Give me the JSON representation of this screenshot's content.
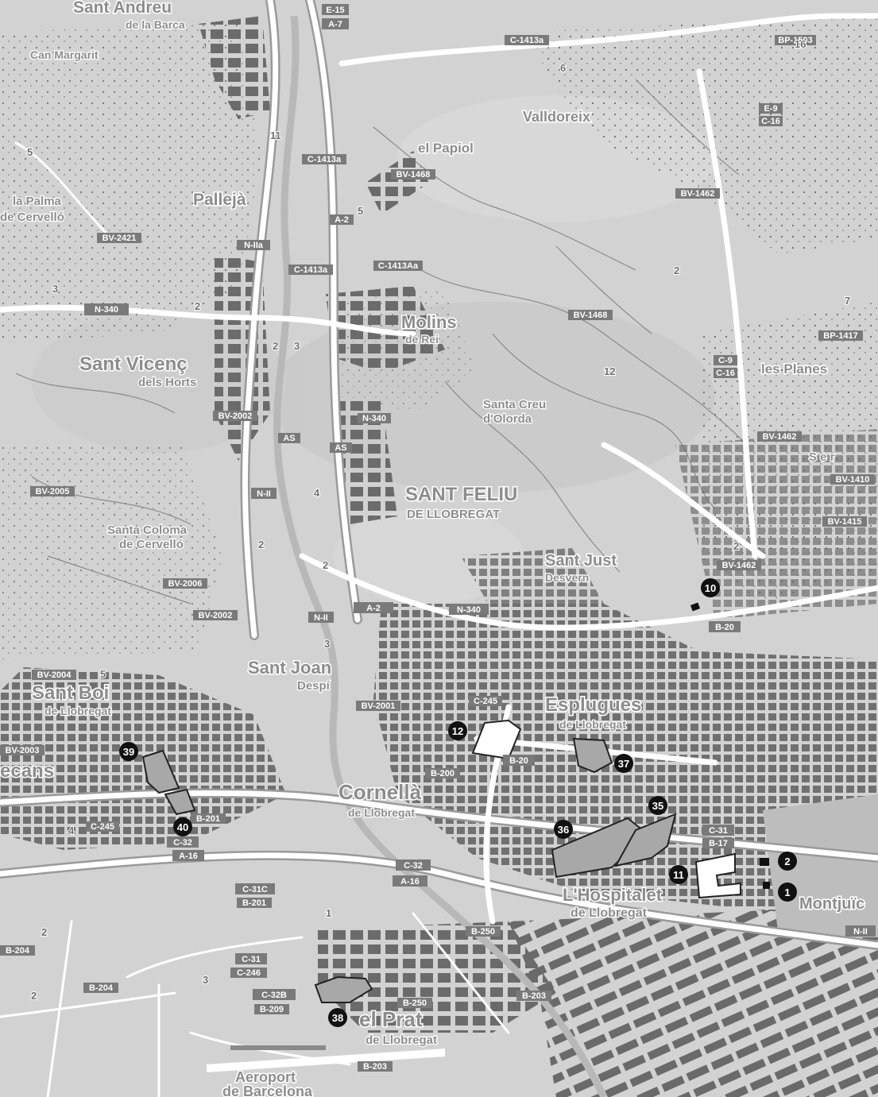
{
  "places": {
    "sant_andreu": "Sant Andreu",
    "sant_andreu_2": "de la Barca",
    "can_margarit": "Can Margarit",
    "valldoreix": "Valldoreix",
    "el_papiol": "el Papiol",
    "palleja": "Pallejà",
    "la_palma": "la Palma",
    "la_palma_2": "de Cervelló",
    "molins": "Molins",
    "molins_2": "de Rei",
    "sant_vicenc": "Sant Vicenç",
    "sant_vicenc_2": "dels Horts",
    "les_planes": "les Planes",
    "santa_creu": "Santa Creu",
    "santa_creu_2": "d'Olorda",
    "sant_feliu": "SANT FELIU",
    "sant_feliu_2": "DE LLOBREGAT",
    "santa_coloma": "Santa Coloma",
    "santa_coloma_2": "de Cervelló",
    "sant_just": "Sant Just",
    "sant_just_2": "Desvern",
    "sant_joan": "Sant Joan",
    "sant_joan_2": "Despí",
    "sant_boi": "Sant Boi",
    "sant_boi_2": "de Llobregat",
    "esplugues": "Esplugues",
    "esplugues_2": "de Llobregat",
    "viladecans": "ecans",
    "cornella": "Cornellà",
    "cornella_2": "de Llobregat",
    "hospitalet": "L'Hospitalet",
    "hospitalet_2": "de Llobregat",
    "montjuic": "Montjuïc",
    "el_prat": "el Prat",
    "el_prat_2": "de Llobregat",
    "aeroport": "Aeroport",
    "aeroport_2": "de Barcelona",
    "ser": "S e r"
  },
  "roads": {
    "e15": "E-15",
    "a7": "A-7",
    "c1413a_top": "C-1413a",
    "bp1503": "BP-1503",
    "e9": "E-9",
    "c16": "C-16",
    "c1413a": "C-1413a",
    "bv1468": "BV-1468",
    "bv1462_top": "BV-1462",
    "bv2421": "BV-2421",
    "n2a": "N-IIa",
    "a2": "A-2",
    "c1413a_mid": "C-1413a",
    "c1413aa": "C-1413Aa",
    "n340_left": "N-340",
    "bv1468_mid": "BV-1468",
    "bp1417": "BP-1417",
    "c9": "C-9",
    "c16_mid": "C-16",
    "bv2002": "BV-2002",
    "n340_mid": "N-340",
    "as1": "AS",
    "as2": "AS",
    "bv1462_mid": "BV-1462",
    "bv2005": "BV-2005",
    "n2": "N-II",
    "bv1410": "BV-1410",
    "bv1415": "BV-1415",
    "bv2006": "BV-2006",
    "bv1462_low": "BV-1462",
    "bv2002_low": "BV-2002",
    "n2_low": "N-II",
    "a2_low": "A-2",
    "n340_low": "N-340",
    "b20_right": "B-20",
    "bv2004": "BV-2004",
    "bv2001": "BV-2001",
    "c245": "C-245",
    "bv2003": "BV-2003",
    "b20": "B-20",
    "b200": "B-200",
    "c245_left": "C-245",
    "b201": "B-201",
    "c32": "C-32",
    "a16": "A-16",
    "c31": "C-31",
    "b17": "B-17",
    "c32_mid": "C-32",
    "a16_mid": "A-16",
    "c31c": "C-31C",
    "b201_low": "B-201",
    "b250": "B-250",
    "b204": "B-204",
    "b204_low": "B-204",
    "c31_low": "C-31",
    "c246": "C-246",
    "c32b": "C-32B",
    "b209": "B-209",
    "b250_low": "B-250",
    "b203": "B-203",
    "b203_b": "B-203",
    "n2_right": "N-II"
  },
  "numbers": {
    "n16": "16",
    "n6": "6",
    "n11": "11",
    "n5a": "5",
    "n5b": "5",
    "n3a": "3",
    "n2a": "2",
    "n2b": "2",
    "n3b": "3",
    "n12": "12",
    "n2c": "2",
    "n4": "4",
    "n2d": "2",
    "n2e": "2",
    "n3c": "3",
    "n5c": "5",
    "n4b": "4",
    "n3d": "3",
    "n2f": "2",
    "n2g": "2",
    "n1": "1",
    "n7": "7",
    "n2h": "2"
  },
  "markers": [
    {
      "label": "1"
    },
    {
      "label": "2"
    },
    {
      "label": "10"
    },
    {
      "label": "11"
    },
    {
      "label": "12"
    },
    {
      "label": "35"
    },
    {
      "label": "36"
    },
    {
      "label": "37"
    },
    {
      "label": "38"
    },
    {
      "label": "39"
    },
    {
      "label": "40"
    }
  ],
  "colors": {
    "background": "#d2d2d2",
    "urban": "#6e6e6e",
    "road": "#ffffff",
    "zone_fill": "#a8a8a8",
    "zone_white": "#ffffff",
    "marker": "#111111"
  }
}
